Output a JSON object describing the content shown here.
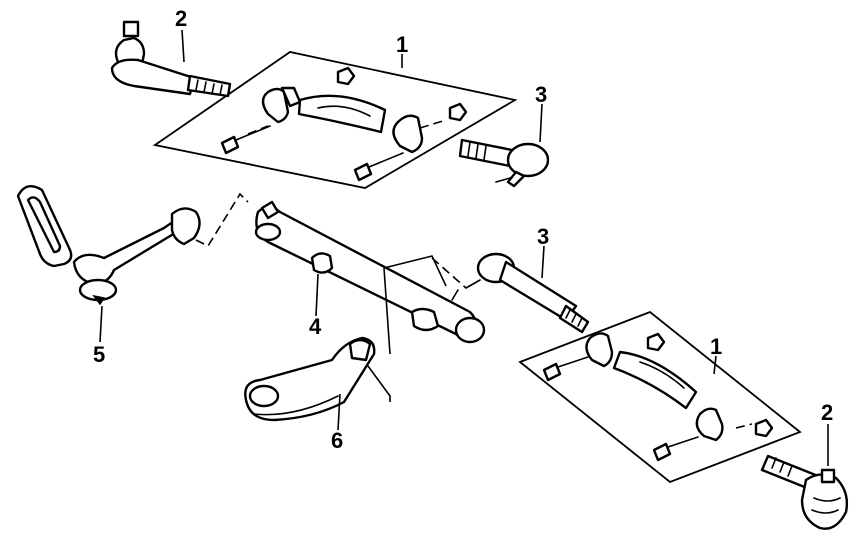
{
  "callouts": {
    "c1_top": "1",
    "c1_bottom": "1",
    "c2_top": "2",
    "c2_bottom": "2",
    "c3_top": "3",
    "c3_mid": "3",
    "c4": "4",
    "c5": "5",
    "c6": "6"
  }
}
